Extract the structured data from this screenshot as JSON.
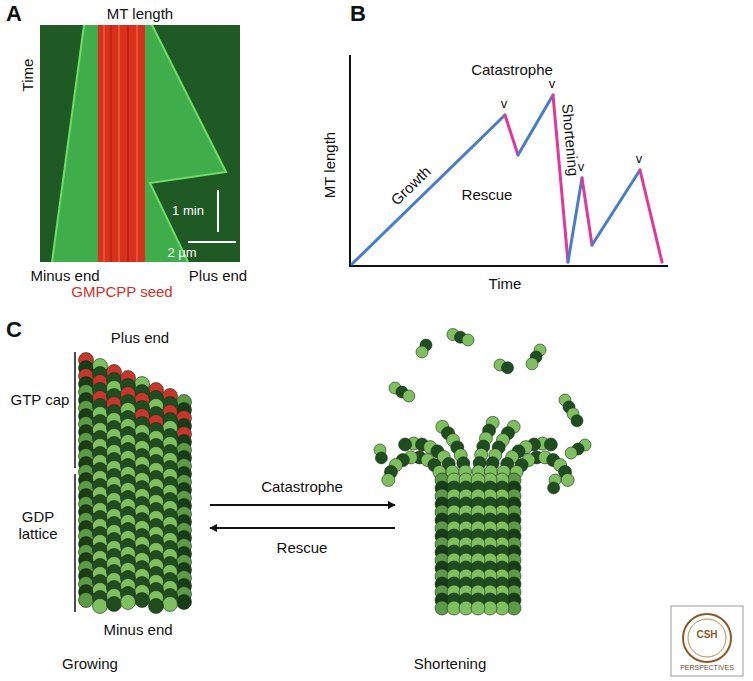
{
  "diagram": {
    "labels": [
      "A",
      "MT length",
      "Time",
      "1 min",
      "2 μm",
      "Minus end",
      "GMPCPP seed",
      "Plus end",
      "B",
      "Catastrophe",
      "v",
      "v",
      "v",
      "v",
      "Growth",
      "Rescue",
      "Shortening",
      "MT length",
      "Time",
      "C",
      "Plus end",
      "GTP cap",
      "GDP lattice",
      "Minus end",
      "Catastrophe",
      "Rescue",
      "Growing",
      "Shortening",
      "CSH",
      "PERSPECTIVES"
    ]
  }
}
